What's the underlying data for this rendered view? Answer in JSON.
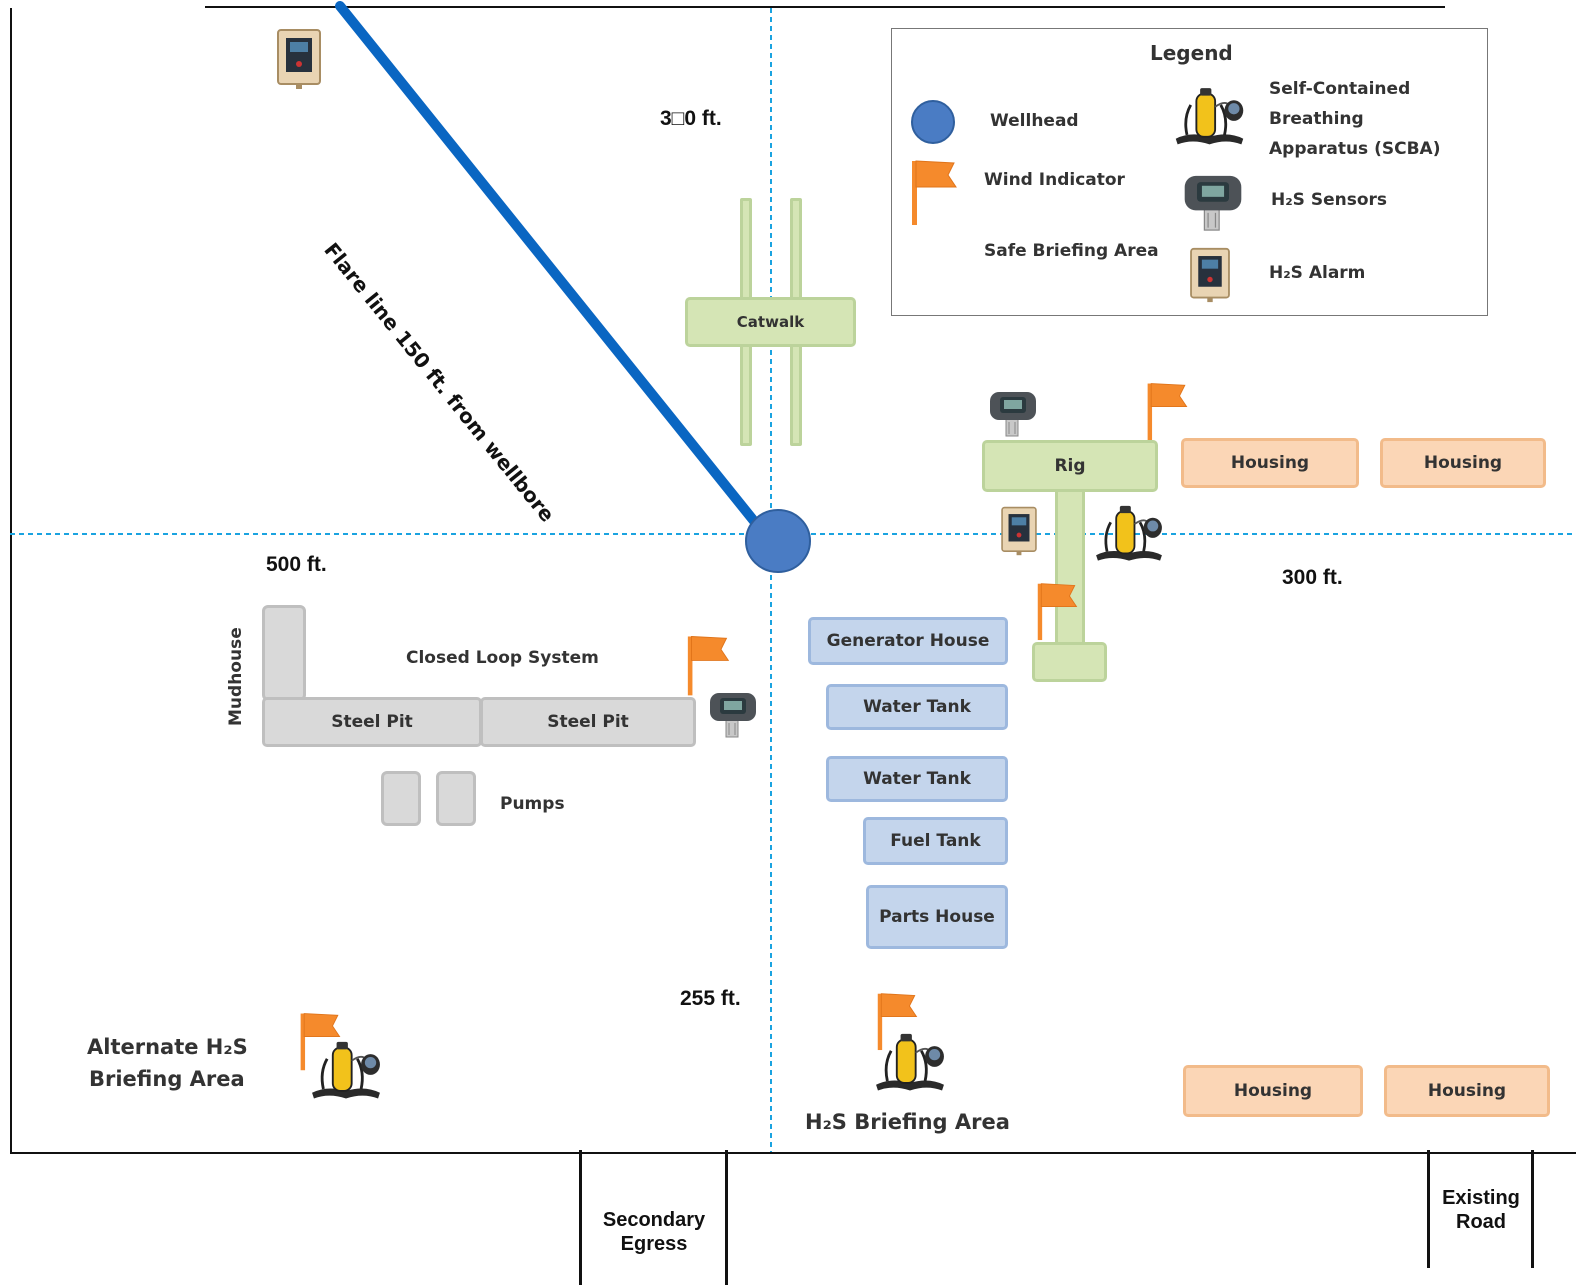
{
  "distances": {
    "north": "3□0 ft.",
    "west": "500 ft.",
    "east": "300 ft.",
    "south": "255 ft."
  },
  "flare_line": "Flare line 150 ft. from wellbore",
  "legend": {
    "title": "Legend",
    "wellhead": "Wellhead",
    "wind_indicator": "Wind Indicator",
    "safe_briefing": "Safe Briefing Area",
    "scba": [
      "Self-Contained",
      "Breathing",
      "Apparatus (SCBA)"
    ],
    "sensors": "H₂S Sensors",
    "alarm": "H₂S Alarm"
  },
  "structures": {
    "catwalk": "Catwalk",
    "rig": "Rig",
    "housing": "Housing",
    "mudhouse": "Mudhouse",
    "closed_loop": "Closed Loop System",
    "steel_pit": "Steel Pit",
    "pumps": "Pumps",
    "generator_house": "Generator House",
    "water_tank": "Water Tank",
    "fuel_tank": "Fuel Tank",
    "parts_house": "Parts House"
  },
  "briefing_areas": {
    "alternate": [
      "Alternate H₂S",
      "Briefing Area"
    ],
    "primary": "H₂S Briefing Area"
  },
  "roads": {
    "secondary": [
      "Secondary",
      "Egress"
    ],
    "existing": [
      "Existing",
      "Road"
    ]
  },
  "colors": {
    "wellhead": "#4a7cc4",
    "flare_line": "#0a66c2",
    "axis": "#1aa3e0",
    "flag": "#f58a2c"
  }
}
